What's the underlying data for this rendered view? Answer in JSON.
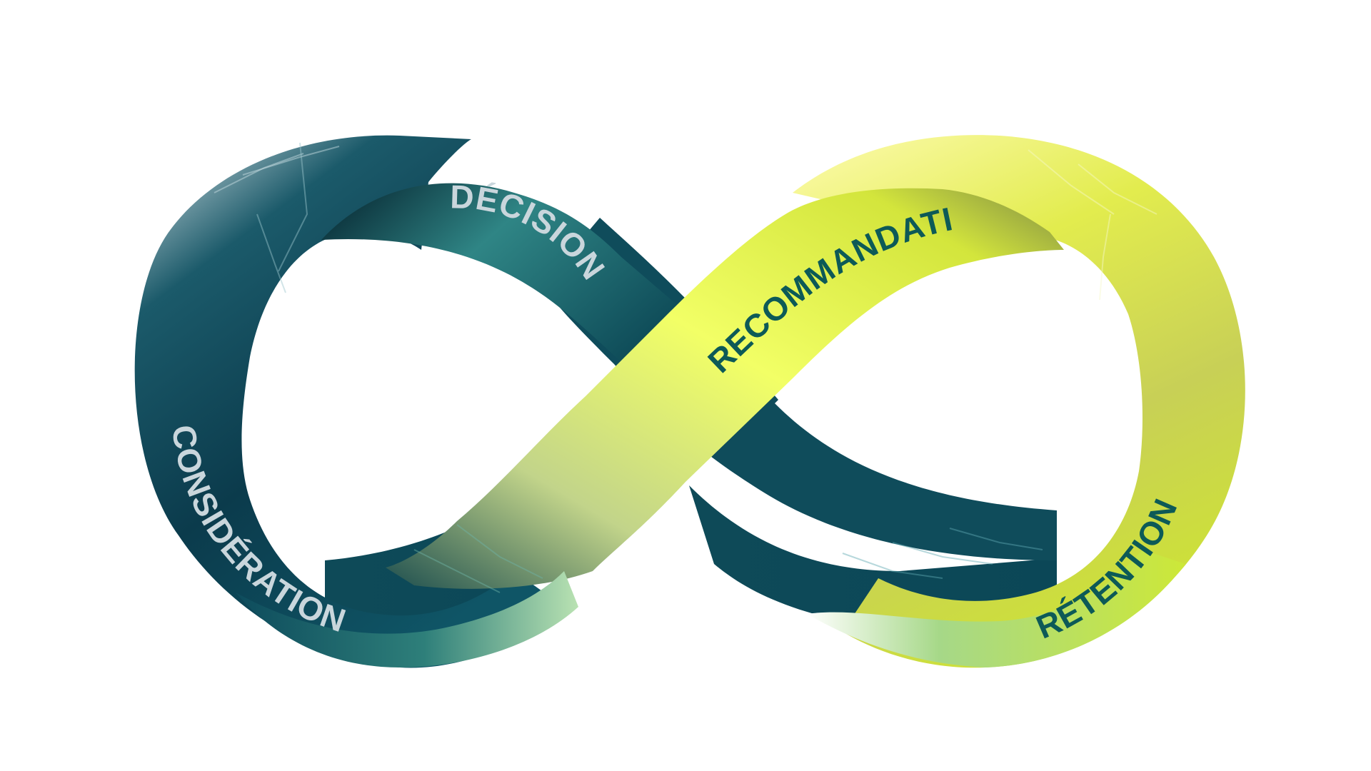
{
  "diagram": {
    "type": "infinity-loop",
    "stages": [
      {
        "id": "consideration",
        "label": "CONSIDÉRATION"
      },
      {
        "id": "decision",
        "label": "DÉCISION"
      },
      {
        "id": "recommendation",
        "label": "RECOMMANDATION"
      },
      {
        "id": "retention",
        "label": "RÉTENTION"
      }
    ],
    "colors": {
      "background": "#ffffff",
      "teal_dark": "#0b3a4a",
      "teal_mid": "#0f5566",
      "teal_light": "#2f8a8a",
      "lime": "#e8f25a",
      "lime_bright": "#f3ff6a",
      "green_pale": "#b8e0a0",
      "label_light": "#c9d6dc",
      "label_dark": "#0d5a57"
    }
  }
}
